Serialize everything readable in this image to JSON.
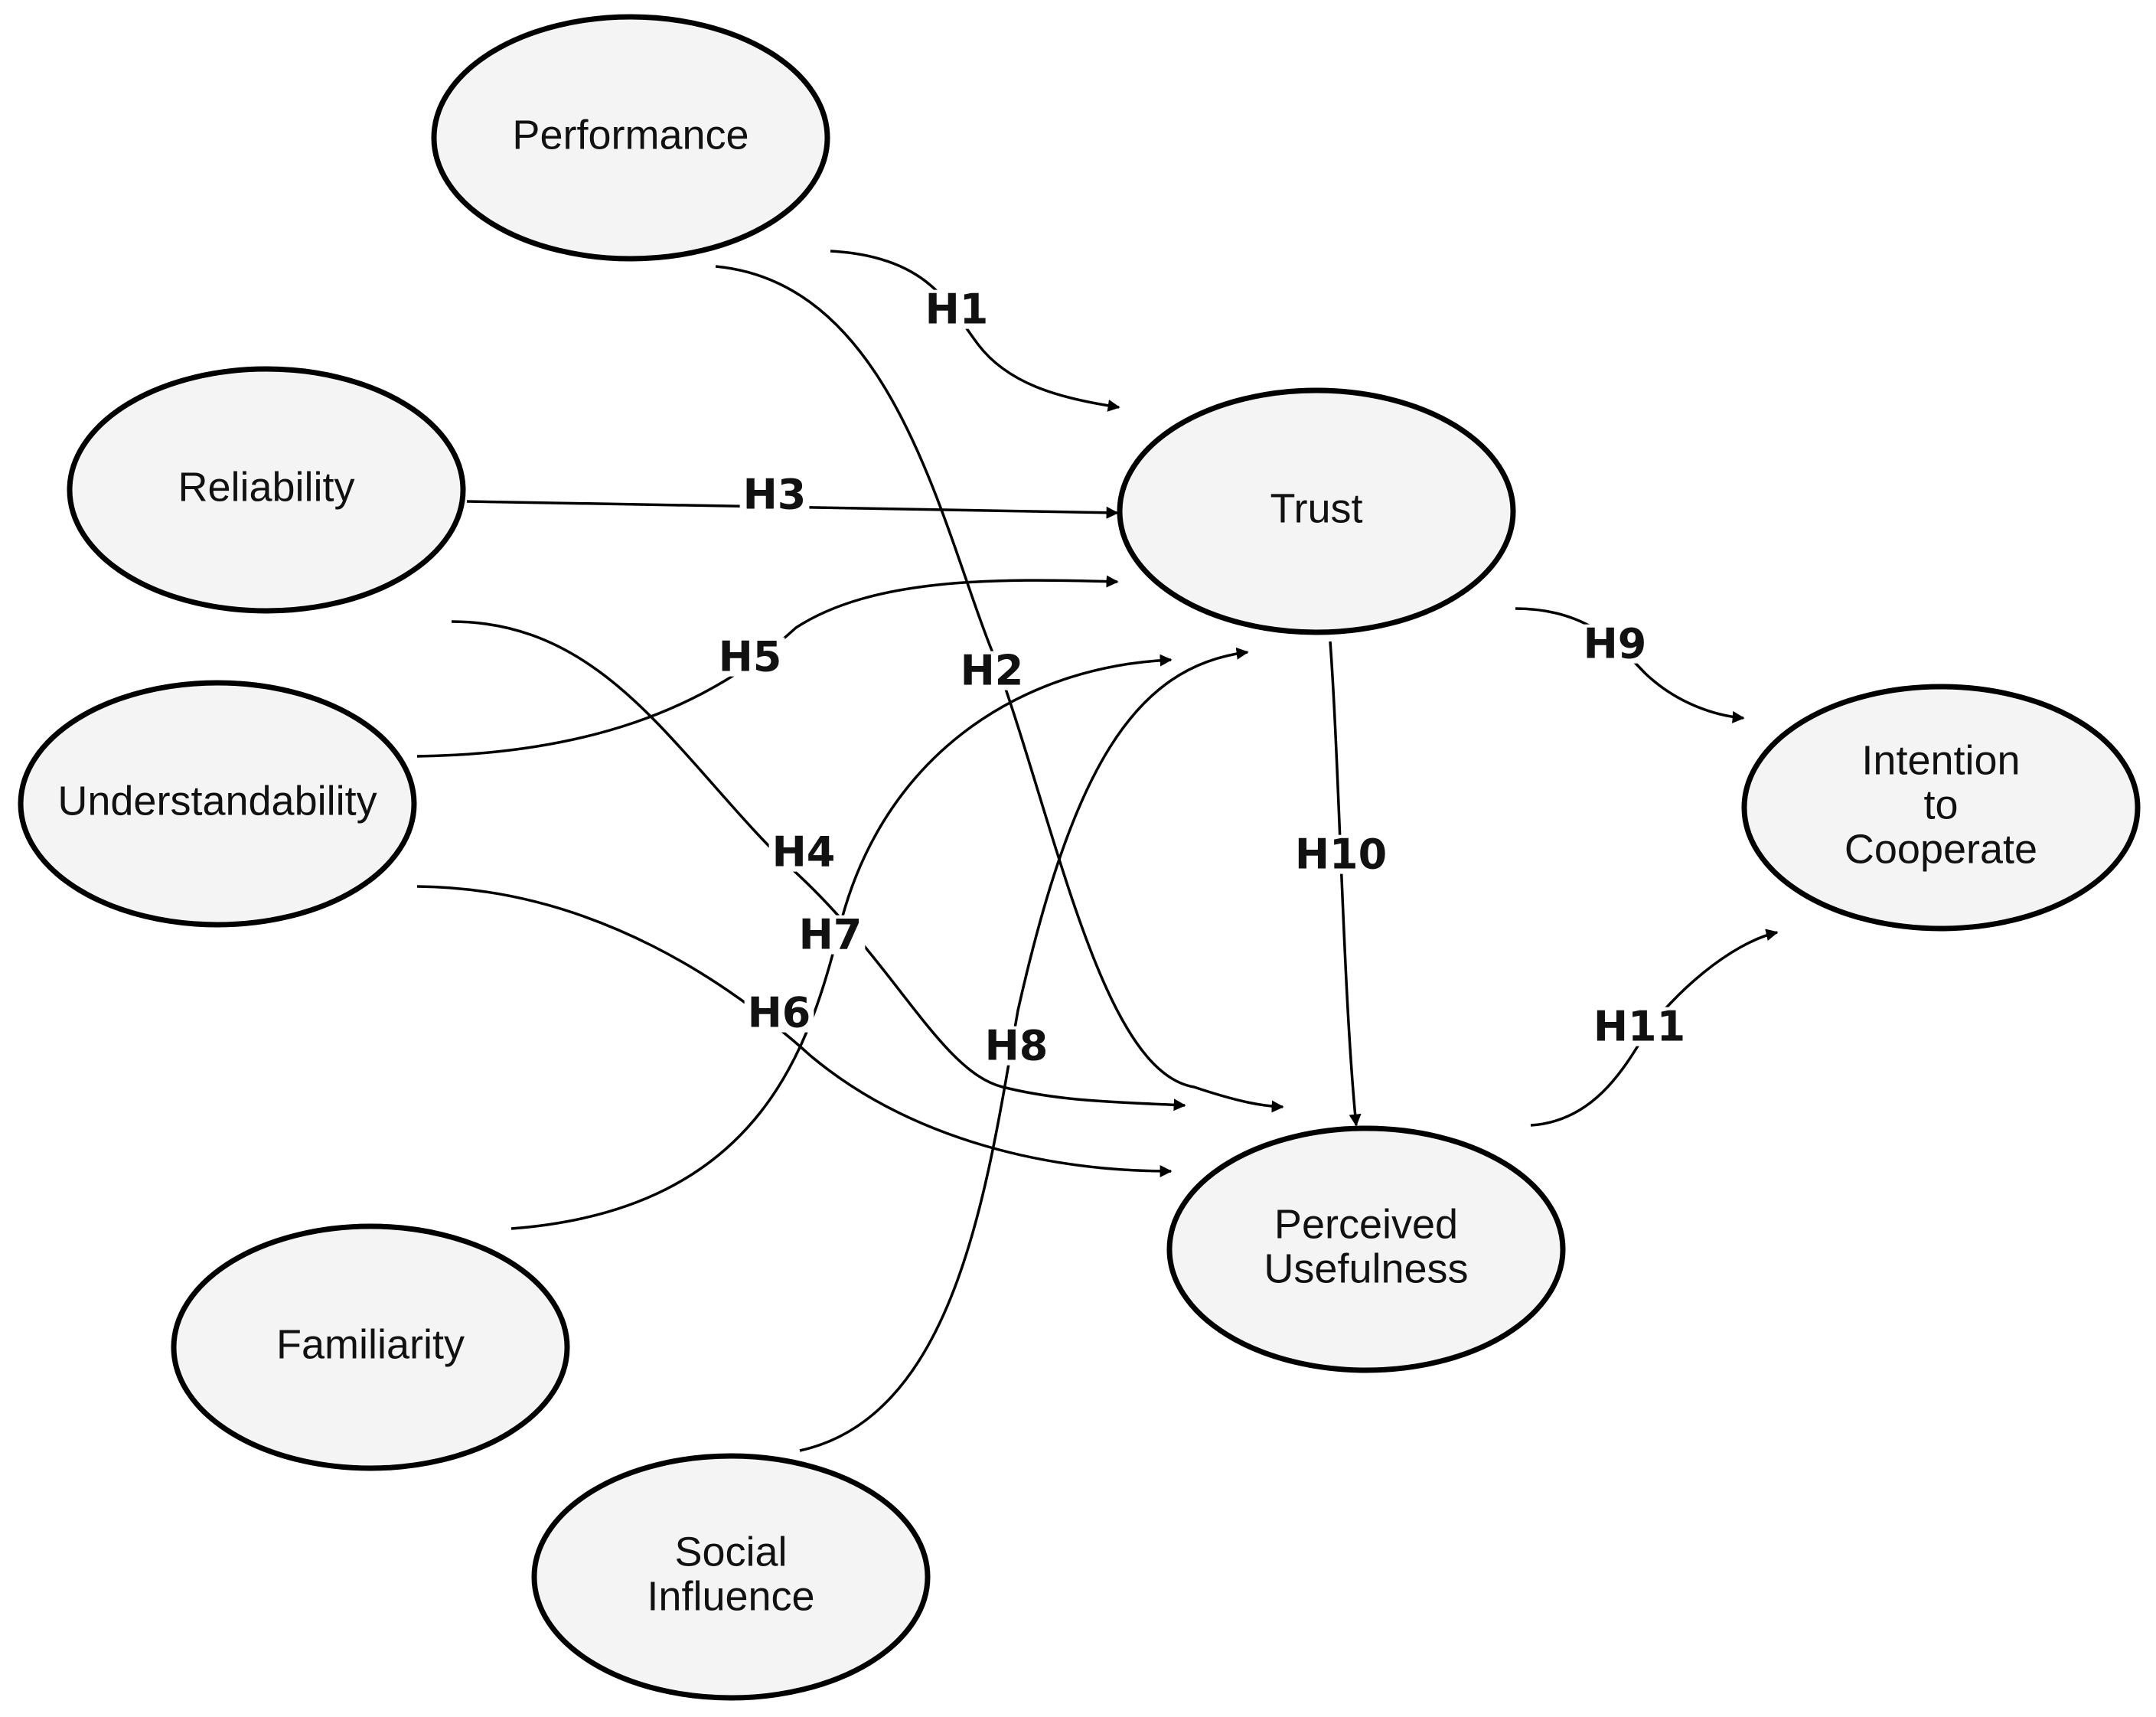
{
  "diagram": {
    "nodes": [
      {
        "id": "performance",
        "lines": [
          "Performance"
        ]
      },
      {
        "id": "reliability",
        "lines": [
          "Reliability"
        ]
      },
      {
        "id": "understandability",
        "lines": [
          "Understandability"
        ]
      },
      {
        "id": "familiarity",
        "lines": [
          "Familiarity"
        ]
      },
      {
        "id": "social-influence",
        "lines": [
          "Social",
          "Influence"
        ]
      },
      {
        "id": "trust",
        "lines": [
          "Trust"
        ]
      },
      {
        "id": "perceived-usefulness",
        "lines": [
          "Perceived",
          "Usefulness"
        ]
      },
      {
        "id": "intention-to-cooperate",
        "lines": [
          "Intention",
          "to",
          "Cooperate"
        ]
      }
    ],
    "edges": [
      {
        "label": "H1",
        "from": "performance",
        "to": "trust"
      },
      {
        "label": "H2",
        "from": "performance",
        "to": "perceived-usefulness"
      },
      {
        "label": "H3",
        "from": "reliability",
        "to": "trust"
      },
      {
        "label": "H4",
        "from": "reliability",
        "to": "perceived-usefulness"
      },
      {
        "label": "H5",
        "from": "understandability",
        "to": "trust"
      },
      {
        "label": "H6",
        "from": "understandability",
        "to": "perceived-usefulness"
      },
      {
        "label": "H7",
        "from": "familiarity",
        "to": "trust"
      },
      {
        "label": "H8",
        "from": "social-influence",
        "to": "trust"
      },
      {
        "label": "H9",
        "from": "trust",
        "to": "intention-to-cooperate"
      },
      {
        "label": "H10",
        "from": "trust",
        "to": "perceived-usefulness"
      },
      {
        "label": "H11",
        "from": "perceived-usefulness",
        "to": "intention-to-cooperate"
      }
    ]
  }
}
